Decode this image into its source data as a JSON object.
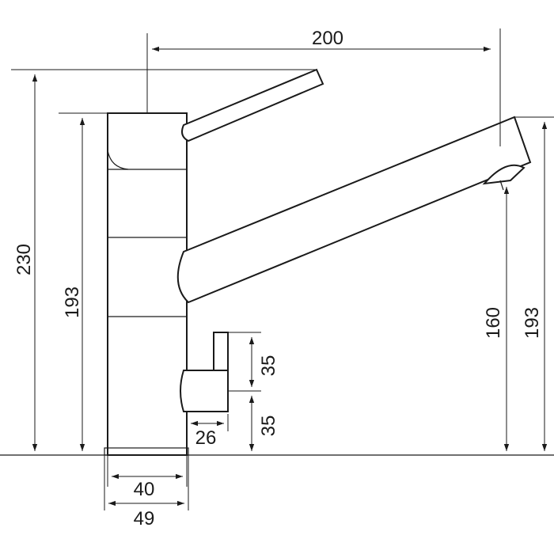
{
  "dimensions": {
    "spout_reach": "200",
    "overall_height": "230",
    "body_height": "193",
    "outlet_height": "160",
    "spout_height": "193",
    "valve_offset_upper": "35",
    "valve_offset_lower": "35",
    "valve_width": "26",
    "base_diameter_inner": "40",
    "base_diameter_outer": "49"
  },
  "colors": {
    "line": "#1a1a1a",
    "background": "#ffffff"
  }
}
